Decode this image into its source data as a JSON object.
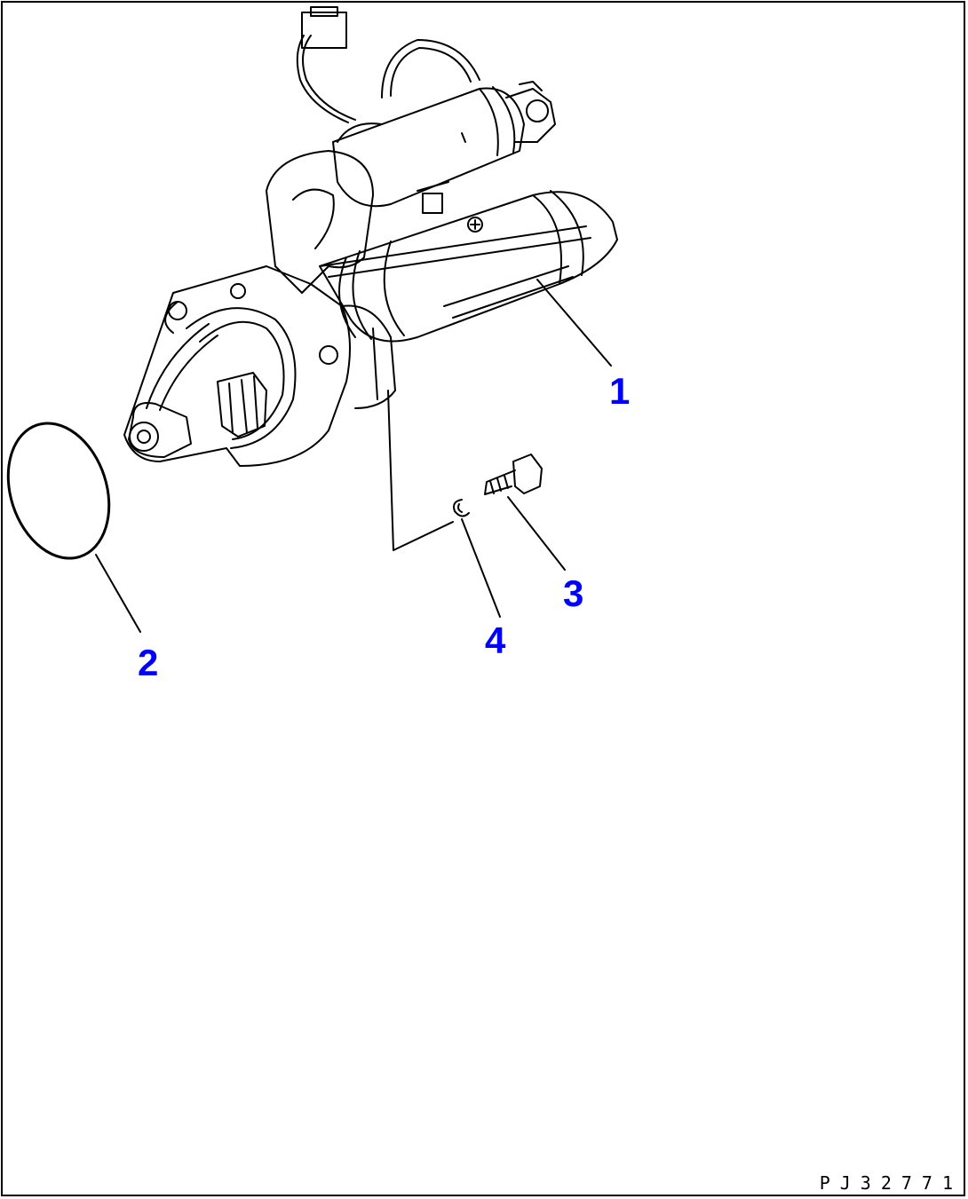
{
  "diagram": {
    "callouts": [
      {
        "id": "1",
        "label": "1"
      },
      {
        "id": "2",
        "label": "2"
      },
      {
        "id": "3",
        "label": "3"
      },
      {
        "id": "4",
        "label": "4"
      }
    ],
    "drawing_code": "PJ32771",
    "callout_color": "#0000ff",
    "line_color": "#000000"
  }
}
